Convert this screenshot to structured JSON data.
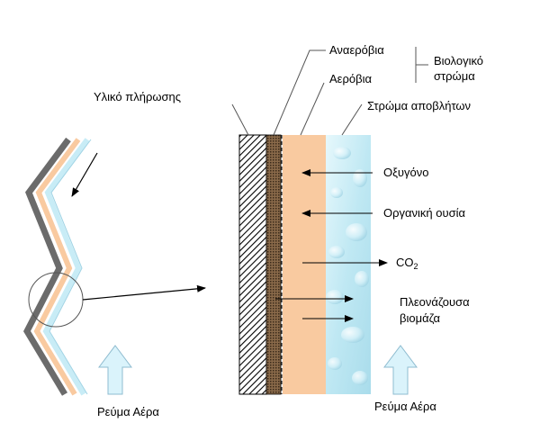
{
  "labels": {
    "anaerobic": "Αναερόβια",
    "aerobic": "Αερόβια",
    "biological_layer_line1": "Βιολογικό",
    "biological_layer_line2": "στρώμα",
    "packing_material": "Υλικό πλήρωσης",
    "waste_layer": "Στρώμα αποβλήτων",
    "oxygen": "Οξυγόνο",
    "organic_matter": "Οργανική ουσία",
    "co2_main": "CO",
    "co2_sub": "2",
    "excess_biomass_line1": "Πλεονάζουσα",
    "excess_biomass_line2": "βιομάζα",
    "air_stream_left": "Ρεύμα Αέρα",
    "air_stream_right": "Ρεύμα Αέρα"
  },
  "colors": {
    "dark_gray_layer": "#6b6b6b",
    "brown_layer": "#8a6a4a",
    "peach_layer": "#f9caa0",
    "water_layer": "#c8ecf6",
    "air_arrow_fill": "#daf3fb",
    "air_arrow_stroke": "#8fbcd0",
    "hatch_stroke": "#000000"
  }
}
